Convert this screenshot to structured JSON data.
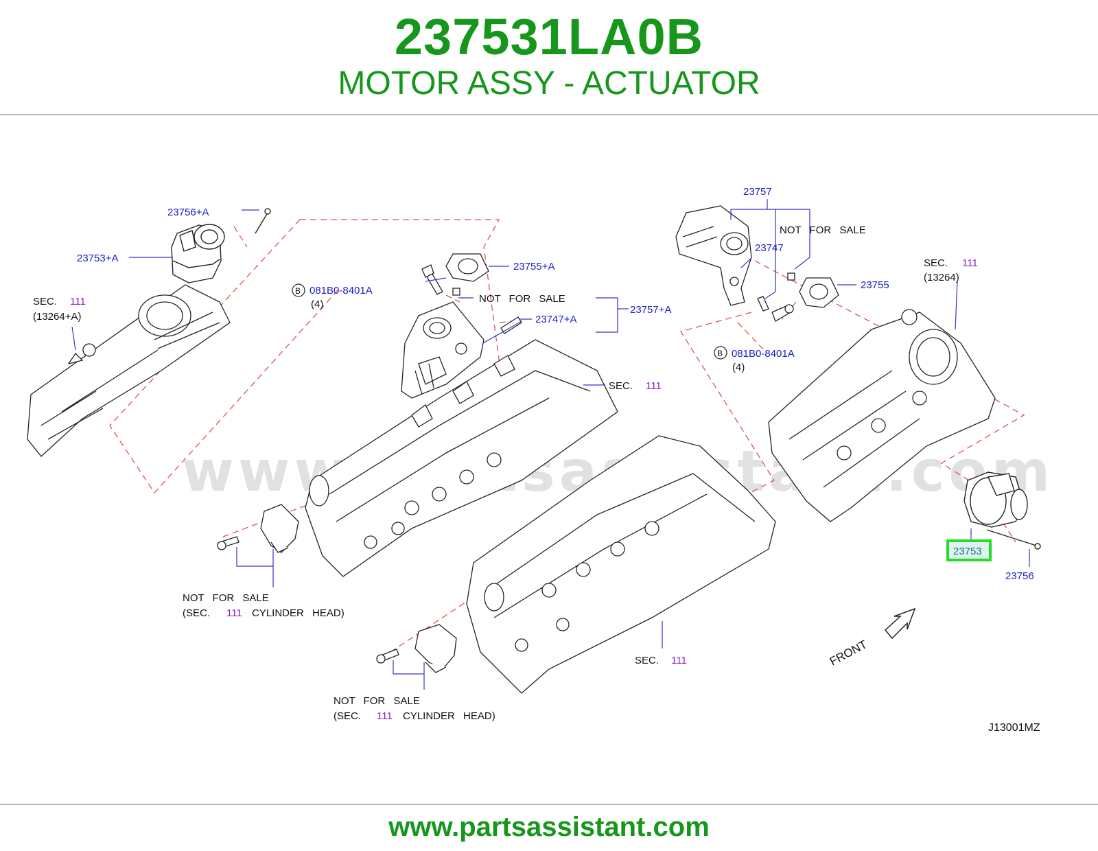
{
  "header": {
    "part_number": "237531LA0B",
    "part_name": "MOTOR ASSY - ACTUATOR"
  },
  "diagram": {
    "watermark": "www.partsassistant.com",
    "code": "J13001MZ",
    "front_label": "FRONT",
    "highlighted_part": "23753",
    "labels": {
      "p23756A": "23756+A",
      "p23753A": "23753+A",
      "sec": "SEC.",
      "sec_num": "111",
      "p13264A": "(13264+A)",
      "p13264": "(13264)",
      "b_circle": "B",
      "bolt": "081B0-8401A",
      "qty4": "(4)",
      "p23755A": "23755+A",
      "nfs": "NOT FOR SALE",
      "p23757A": "23757+A",
      "p23747A": "23747+A",
      "p23757": "23757",
      "p23747": "23747",
      "p23755": "23755",
      "p23753": "23753",
      "p23756": "23756",
      "sec_open": "(SEC.",
      "cyl_head": "CYLINDER HEAD)"
    }
  },
  "footer": {
    "url": "www.partsassistant.com"
  }
}
